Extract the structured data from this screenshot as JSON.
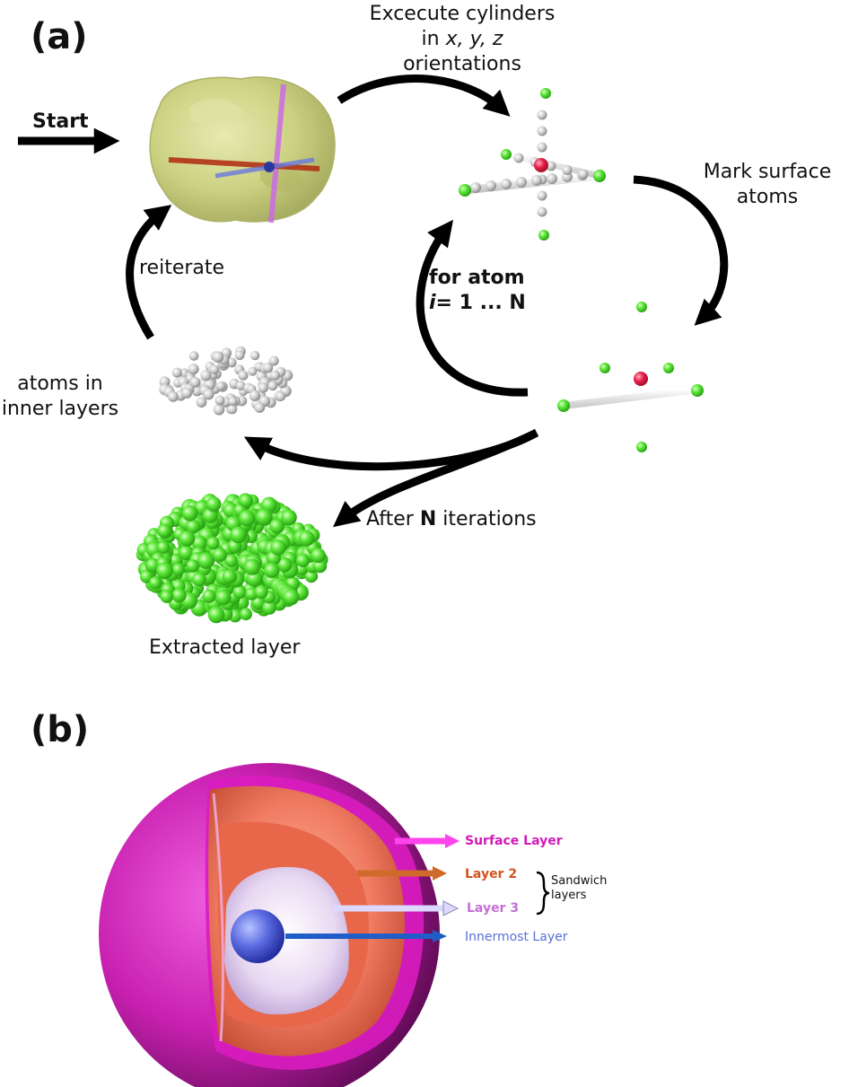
{
  "panel_a": {
    "label": "(a)",
    "start": "Start",
    "execute_line1": "Excecute cylinders",
    "execute_line2_pre": "in ",
    "execute_line2_x": "x, ",
    "execute_line2_y": "y, ",
    "execute_line2_z": "z",
    "execute_line3": "orientations",
    "mark_line1": "Mark surface",
    "mark_line2": "atoms",
    "loop_line1": "for atom",
    "loop_line2_i": "i",
    "loop_line2_rest": "= 1 ... N",
    "reiterate": "reiterate",
    "inner_line1": "atoms in",
    "inner_line2": "inner layers",
    "after_pre": "After ",
    "after_n": "N",
    "after_post": " iterations",
    "extracted": "Extracted layer"
  },
  "panel_b": {
    "label": "(b)",
    "surface": "Surface Layer",
    "layer2": "Layer 2",
    "layer3": "Layer 3",
    "innermost": "Innermost Layer",
    "sandwich_line1": "Sandwich",
    "sandwich_line2": "layers"
  },
  "colors": {
    "surface": "#e020c8",
    "layer2": "#d0521e",
    "layer3": "#c46fd6",
    "innermost": "#5a70d8",
    "green_atom": "#55e634",
    "red_atom": "#e8204a",
    "grey_atom": "#cfcfcf",
    "protein": "#c9cf7a"
  }
}
